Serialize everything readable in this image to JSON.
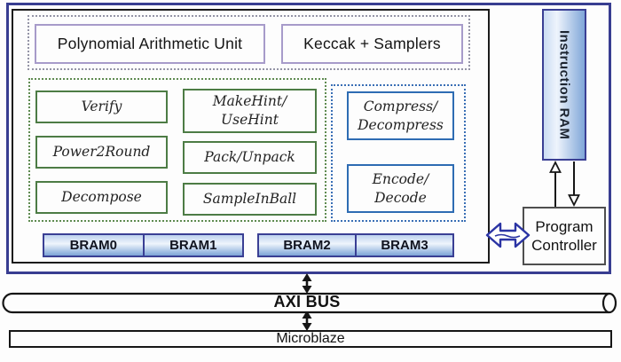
{
  "main_block": {
    "pau_label": "Polynomial Arithmetic Unit",
    "keccak_label": "Keccak + Samplers",
    "green_boxes": [
      {
        "label": "Verify"
      },
      {
        "label": "MakeHint/\nUseHint"
      },
      {
        "label": "Power2Round"
      },
      {
        "label": "Pack/Unpack"
      },
      {
        "label": "Decompose"
      },
      {
        "label": "SampleInBall"
      }
    ],
    "blue_boxes": [
      {
        "label": "Compress/\nDecompress"
      },
      {
        "label": "Encode/\nDecode"
      }
    ],
    "brams": [
      "BRAM0",
      "BRAM1",
      "BRAM2",
      "BRAM3"
    ]
  },
  "right_side": {
    "instruction_ram_label": "Instruction RAM",
    "program_controller_label": "Program\nController"
  },
  "buses": {
    "axi_label": "AXI BUS",
    "microblaze_label": "Microblaze"
  },
  "colors": {
    "outer_border": "#383d91",
    "inner_border": "#1b1b1b",
    "unit_purple": "#a79bca",
    "function_green": "#4d7c45",
    "function_blue": "#2e6cb3",
    "bram_border": "#3a3f94",
    "bram_fill_light": "#eff5fc",
    "bram_fill_dark": "#7da4d7",
    "arrow_blue": "#2b34a4",
    "arrow_black": "#161616"
  }
}
